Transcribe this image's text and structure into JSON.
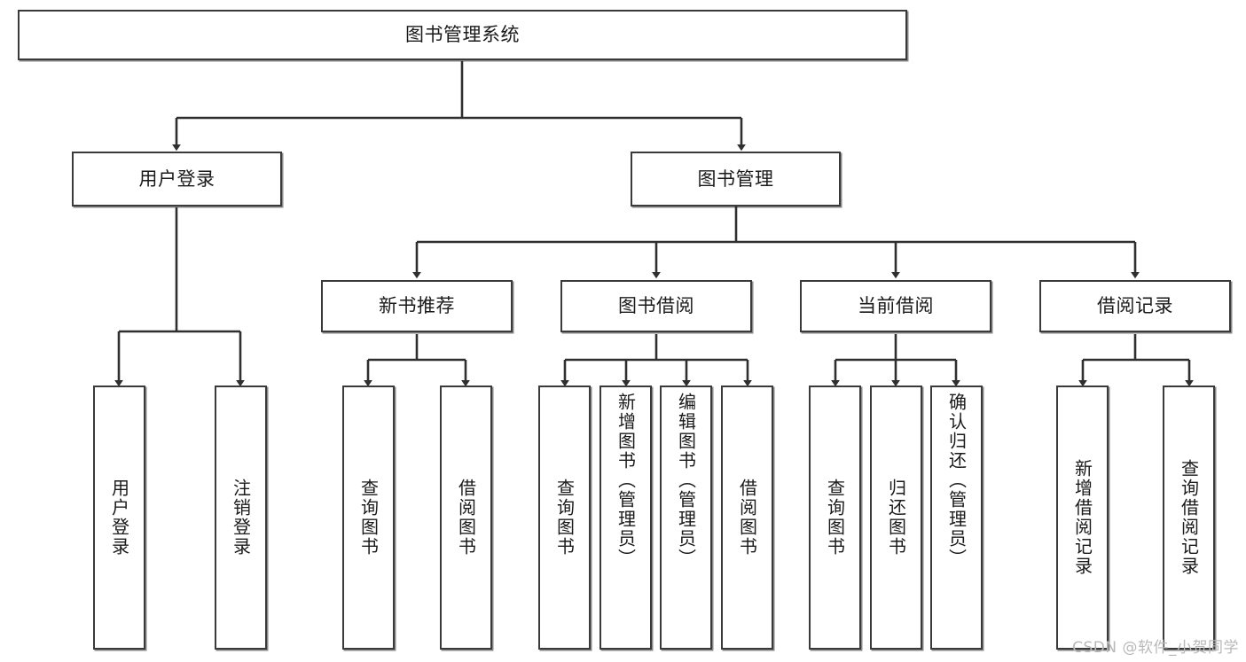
{
  "diagram": {
    "type": "tree-hierarchy",
    "title": "图书管理系统",
    "watermark": "CSDN @软件_小贺同学",
    "colors": {
      "stroke": "#3a3a3a",
      "fill": "#ffffff",
      "text": "#1a1a1a",
      "watermark": "#b9b9b9"
    },
    "levels": {
      "root": {
        "label": "图书管理系统"
      },
      "level2": [
        {
          "id": "user-login",
          "label": "用户登录"
        },
        {
          "id": "book-manage",
          "label": "图书管理"
        }
      ],
      "level3": [
        {
          "id": "new-book-rec",
          "label": "新书推荐",
          "parent": "book-manage"
        },
        {
          "id": "book-borrow",
          "label": "图书借阅",
          "parent": "book-manage"
        },
        {
          "id": "current-borrow",
          "label": "当前借阅",
          "parent": "book-manage"
        },
        {
          "id": "borrow-record",
          "label": "借阅记录",
          "parent": "book-manage"
        }
      ],
      "leaves": [
        {
          "id": "leaf-user-login",
          "label": "用户登录",
          "parent": "user-login"
        },
        {
          "id": "leaf-user-logout",
          "label": "注销登录",
          "parent": "user-login"
        },
        {
          "id": "leaf-rec-query",
          "label": "查询图书",
          "parent": "new-book-rec"
        },
        {
          "id": "leaf-rec-borrow",
          "label": "借阅图书",
          "parent": "new-book-rec"
        },
        {
          "id": "leaf-borrow-query",
          "label": "查询图书",
          "parent": "book-borrow"
        },
        {
          "id": "leaf-borrow-add",
          "label": "新增图书（管理员）",
          "parent": "book-borrow"
        },
        {
          "id": "leaf-borrow-edit",
          "label": "编辑图书（管理员）",
          "parent": "book-borrow"
        },
        {
          "id": "leaf-borrow-lend",
          "label": "借阅图书",
          "parent": "book-borrow"
        },
        {
          "id": "leaf-current-query",
          "label": "查询图书",
          "parent": "current-borrow"
        },
        {
          "id": "leaf-current-return",
          "label": "归还图书",
          "parent": "current-borrow"
        },
        {
          "id": "leaf-current-confirm",
          "label": "确认归还（管理员）",
          "parent": "current-borrow"
        },
        {
          "id": "leaf-record-add",
          "label": "新增借阅记录",
          "parent": "borrow-record"
        },
        {
          "id": "leaf-record-query",
          "label": "查询借阅记录",
          "parent": "borrow-record"
        }
      ]
    }
  }
}
